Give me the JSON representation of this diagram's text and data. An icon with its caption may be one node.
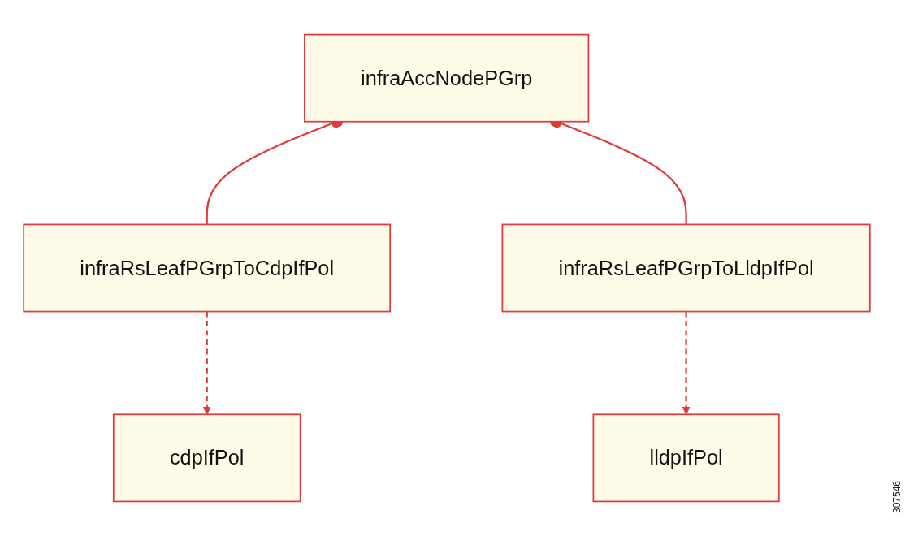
{
  "diagram": {
    "nodes": [
      {
        "text": [
          "infraAccNodePGrp"
        ]
      },
      {
        "text": [
          "infraRsLeafPGrpToCdpIfPol"
        ]
      },
      {
        "text": [
          "infraRsLeafPGrpToLldpIfPol"
        ]
      },
      {
        "text": [
          "cdpIfPol"
        ]
      },
      {
        "text": [
          "lldpIfPol"
        ]
      }
    ],
    "edges": [
      {
        "from": 0,
        "to": 1,
        "arrow": "other"
      },
      {
        "from": 0,
        "to": 2,
        "arrow": "other"
      },
      {
        "from": 1,
        "to": 3,
        "arrow": "to",
        "style": "dashed"
      },
      {
        "from": 2,
        "to": 4,
        "arrow": "to",
        "style": "dashed"
      }
    ],
    "labels": [
      "307546"
    ]
  }
}
